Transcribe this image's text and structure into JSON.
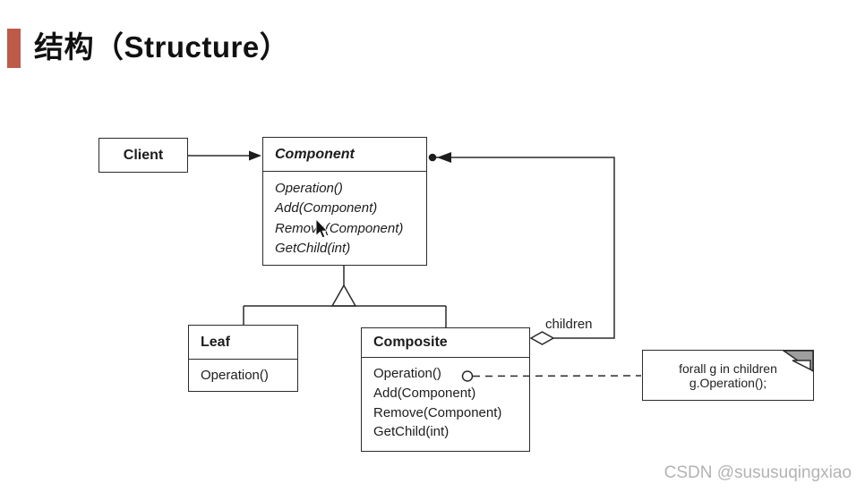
{
  "header": {
    "title": "结构（Structure）"
  },
  "colors": {
    "accent_bar": "#bd5a49",
    "line": "#2b2b2b",
    "note_fold_gray": "#9e9e9e",
    "watermark_gray": "#b3b3b3"
  },
  "diagram": {
    "client": {
      "title": "Client"
    },
    "component": {
      "title": "Component",
      "methods": [
        "Operation()",
        "Add(Component)",
        "Remove(Component)",
        "GetChild(int)"
      ]
    },
    "leaf": {
      "title": "Leaf",
      "methods": [
        "Operation()"
      ]
    },
    "composite": {
      "title": "Composite",
      "methods": [
        "Operation()",
        "Add(Component)",
        "Remove(Component)",
        "GetChild(int)"
      ]
    },
    "children_label": "children",
    "note": {
      "line1": "forall g in children",
      "line2": "g.Operation();"
    },
    "icons": {
      "inheritance": "hollow-triangle-icon",
      "aggregation": "hollow-diamond-icon",
      "interface": "lollipop-circle-icon",
      "pointer": "mouse-cursor-icon"
    }
  },
  "watermark": "CSDN @sususuqingxiao"
}
